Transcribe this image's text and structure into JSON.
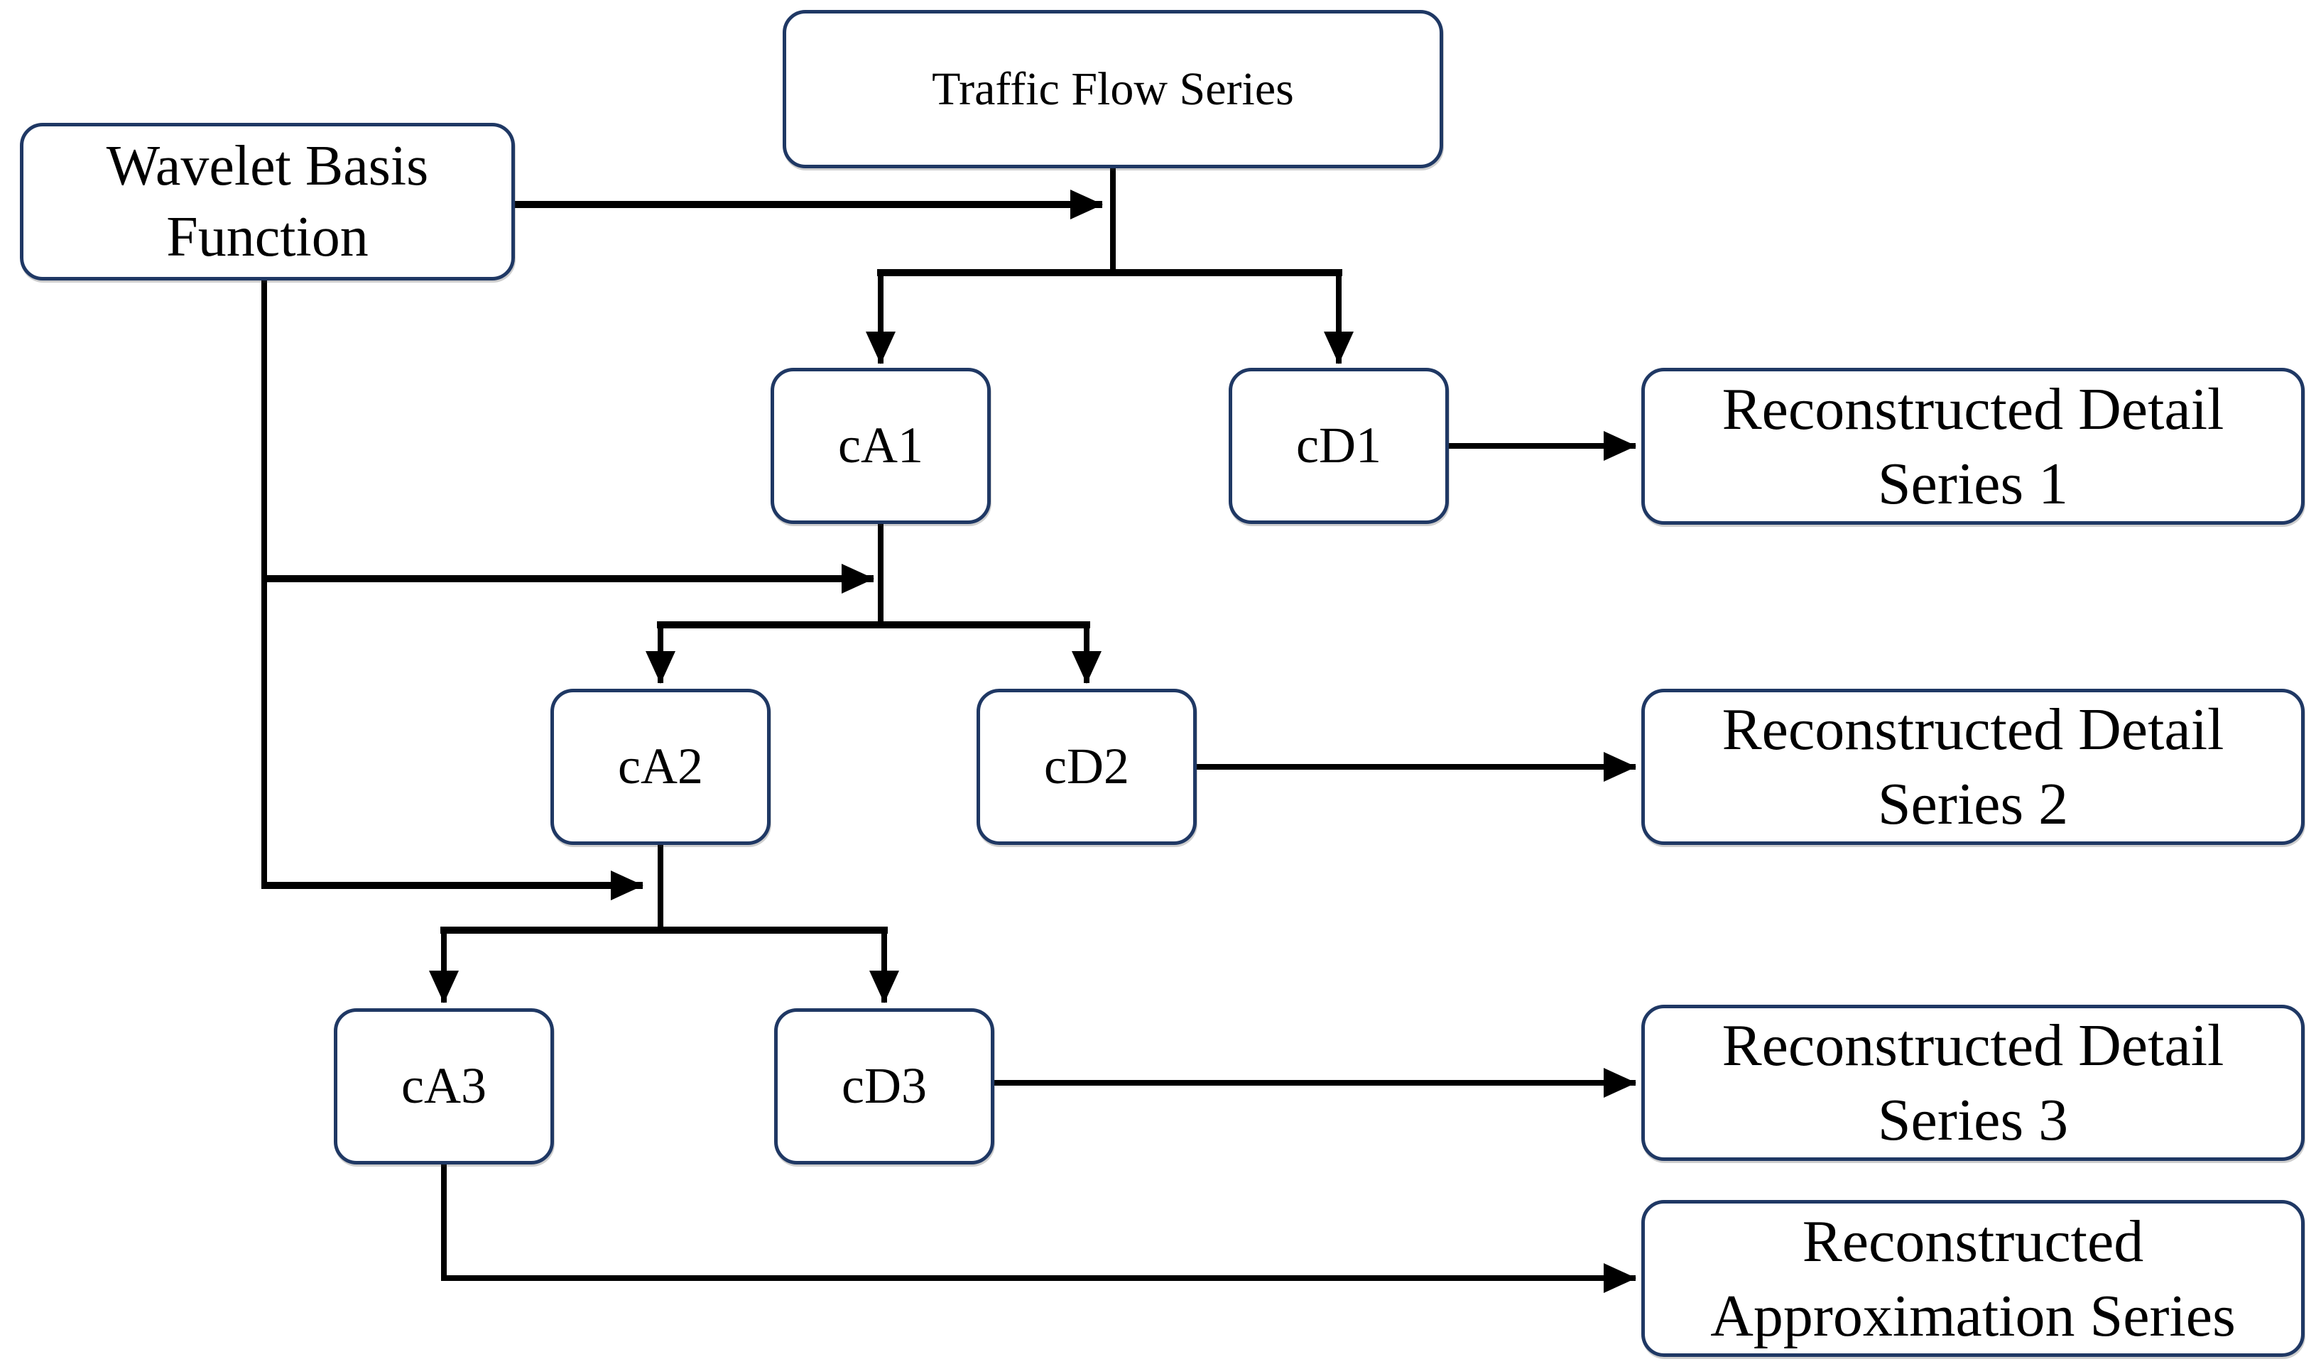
{
  "diagram": {
    "title_semantic": "Wavelet decomposition of traffic flow series",
    "background_color": "#ffffff",
    "box_border_color": "#1f3864",
    "box_fill_color": "#ffffff",
    "line_color": "#000000",
    "text_color": "#000000",
    "nodes": {
      "traffic_flow": {
        "label": "Traffic Flow Series"
      },
      "wavelet_basis": {
        "line1": "Wavelet Basis",
        "line2": "Function"
      },
      "ca1": {
        "label": "cA1"
      },
      "cd1": {
        "label": "cD1"
      },
      "ca2": {
        "label": "cA2"
      },
      "cd2": {
        "label": "cD2"
      },
      "ca3": {
        "label": "cA3"
      },
      "cd3": {
        "label": "cD3"
      },
      "rds1": {
        "line1": "Reconstructed Detail",
        "line2": "Series 1"
      },
      "rds2": {
        "line1": "Reconstructed Detail",
        "line2": "Series 2"
      },
      "rds3": {
        "line1": "Reconstructed Detail",
        "line2": "Series 3"
      },
      "ras": {
        "line1": "Reconstructed",
        "line2": "Approximation Series"
      }
    },
    "edges": [
      {
        "from": "wavelet_basis",
        "to": "decomposition_level_1"
      },
      {
        "from": "traffic_flow",
        "to": "ca1"
      },
      {
        "from": "traffic_flow",
        "to": "cd1"
      },
      {
        "from": "cd1",
        "to": "rds1"
      },
      {
        "from": "wavelet_basis",
        "to": "decomposition_level_2"
      },
      {
        "from": "ca1",
        "to": "ca2"
      },
      {
        "from": "ca1",
        "to": "cd2"
      },
      {
        "from": "cd2",
        "to": "rds2"
      },
      {
        "from": "wavelet_basis",
        "to": "decomposition_level_3"
      },
      {
        "from": "ca2",
        "to": "ca3"
      },
      {
        "from": "ca2",
        "to": "cd3"
      },
      {
        "from": "cd3",
        "to": "rds3"
      },
      {
        "from": "ca3",
        "to": "ras"
      }
    ]
  }
}
